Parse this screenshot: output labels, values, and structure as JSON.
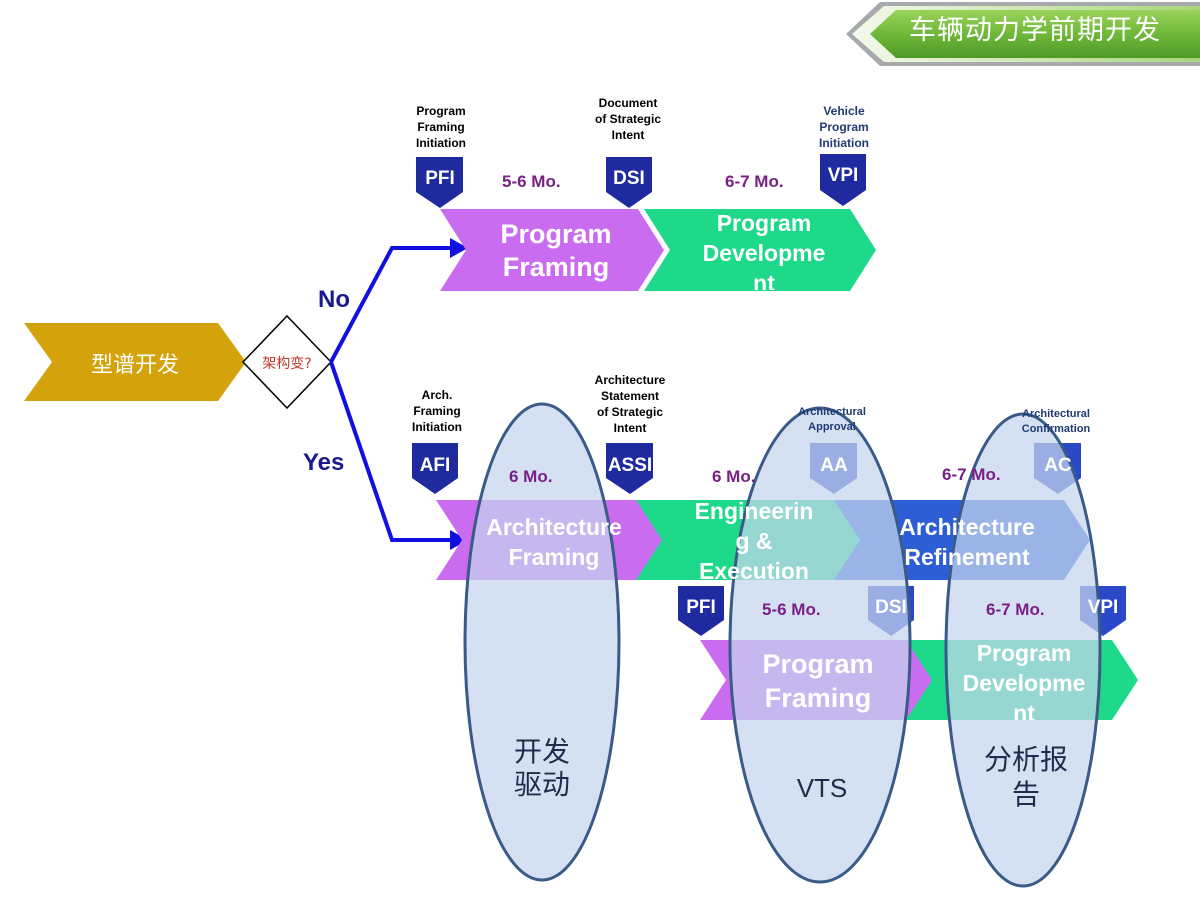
{
  "header": {
    "title": "车辆动力学前期开发"
  },
  "start": {
    "label": "型谱开发"
  },
  "decision": {
    "label": "架构变?",
    "no_label": "No",
    "yes_label": "Yes"
  },
  "top_path": {
    "milestones": {
      "pfi": {
        "code": "PFI",
        "desc": "Program\nFraming\nInitiation"
      },
      "dsi": {
        "code": "DSI",
        "desc": "Document\nof Strategic\nIntent"
      },
      "vpi": {
        "code": "VPI",
        "desc": "Vehicle\nProgram\nInitiation"
      }
    },
    "durations": [
      "5-6 Mo.",
      "6-7 Mo."
    ],
    "phases": [
      "Program\nFraming",
      "Program\nDevelopme\nnt"
    ]
  },
  "bottom_path": {
    "milestones": {
      "afi": {
        "code": "AFI",
        "desc": "Arch.\nFraming\nInitiation"
      },
      "assi": {
        "code": "ASSI",
        "desc": "Architecture\nStatement\nof Strategic\nIntent"
      },
      "aa": {
        "code": "AA",
        "desc": "Architectural\nApproval"
      },
      "ac": {
        "code": "AC",
        "desc": "Architectural\nConfirmation"
      }
    },
    "durations": [
      "6 Mo.",
      "6 Mo.",
      "6-7 Mo."
    ],
    "phases": [
      "Architecture\nFraming",
      "Engineerin\ng &\nExecution",
      "Architecture\nRefinement"
    ]
  },
  "sub_path": {
    "milestones": {
      "pfi": "PFI",
      "dsi": "DSI",
      "vpi": "VPI"
    },
    "durations": [
      "5-6 Mo.",
      "6-7 Mo."
    ],
    "phases": [
      "Program\nFraming",
      "Program\nDevelopme\nnt"
    ]
  },
  "ellipses": [
    "开发\n驱动",
    "VTS",
    "分析报\n告"
  ],
  "colors": {
    "start_gold": "#d4a20a",
    "framing_purple": "#c96cf0",
    "development_green": "#1fd98a",
    "refinement_blue": "#2e5ed6",
    "flag_navy": "#1f2a9e",
    "flag_blue": "#2b48c8",
    "arrow_blue": "#1010e0",
    "duration_purple": "#7a1f86",
    "ellipse_fill": "#c5d6ee",
    "ellipse_stroke": "#3a5a88",
    "header_green": "#7cc242"
  }
}
